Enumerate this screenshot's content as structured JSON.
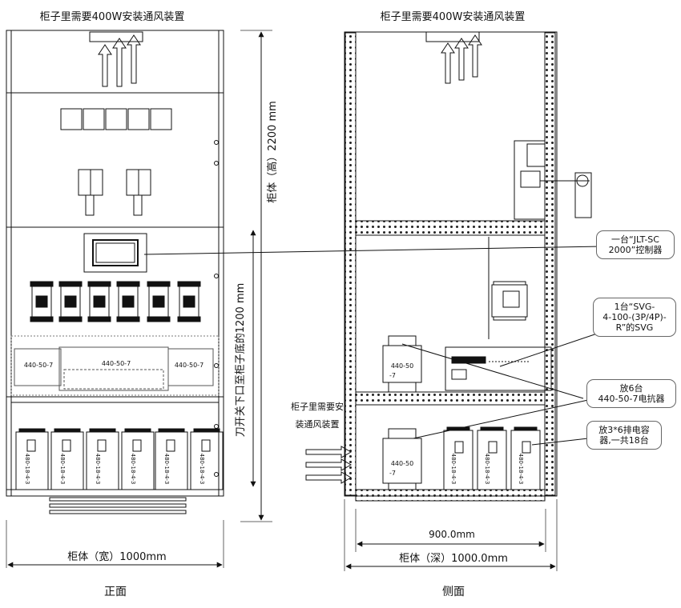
{
  "front": {
    "title": "柜子里需要400W安装通风装置",
    "width_label": "柜体（宽）1000mm",
    "height_label": "柜体（高）2200 mm",
    "knife_label": "刀开关下口至柜子底的1200 mm",
    "caption": "正面",
    "reactor_labels": [
      "440-50-7",
      "440-50-7",
      "440-50-7"
    ],
    "capacitor_label": "480-18-4-3"
  },
  "side": {
    "title": "柜子里需要400W安装通风装置",
    "inner_width_label": "900.0mm",
    "depth_label": "柜体（深）1000.0mm",
    "caption": "侧面",
    "vent_label_lines": [
      "柜子里需要安",
      "装通风装置"
    ],
    "reactor_label_top": "440-50",
    "reactor_label_bottom": "-7",
    "capacitor_label": "480-18-4-3"
  },
  "callouts": {
    "controller": [
      "一台“JLT-SC",
      "2000”控制器"
    ],
    "svg_unit": [
      "1台“SVG-",
      "4-100-(3P/4P)-",
      "R”的SVG"
    ],
    "reactor": [
      "放6台",
      "440-50-7电抗器"
    ],
    "capacitor": [
      "放3*6排电容",
      "器,一共18台"
    ]
  }
}
